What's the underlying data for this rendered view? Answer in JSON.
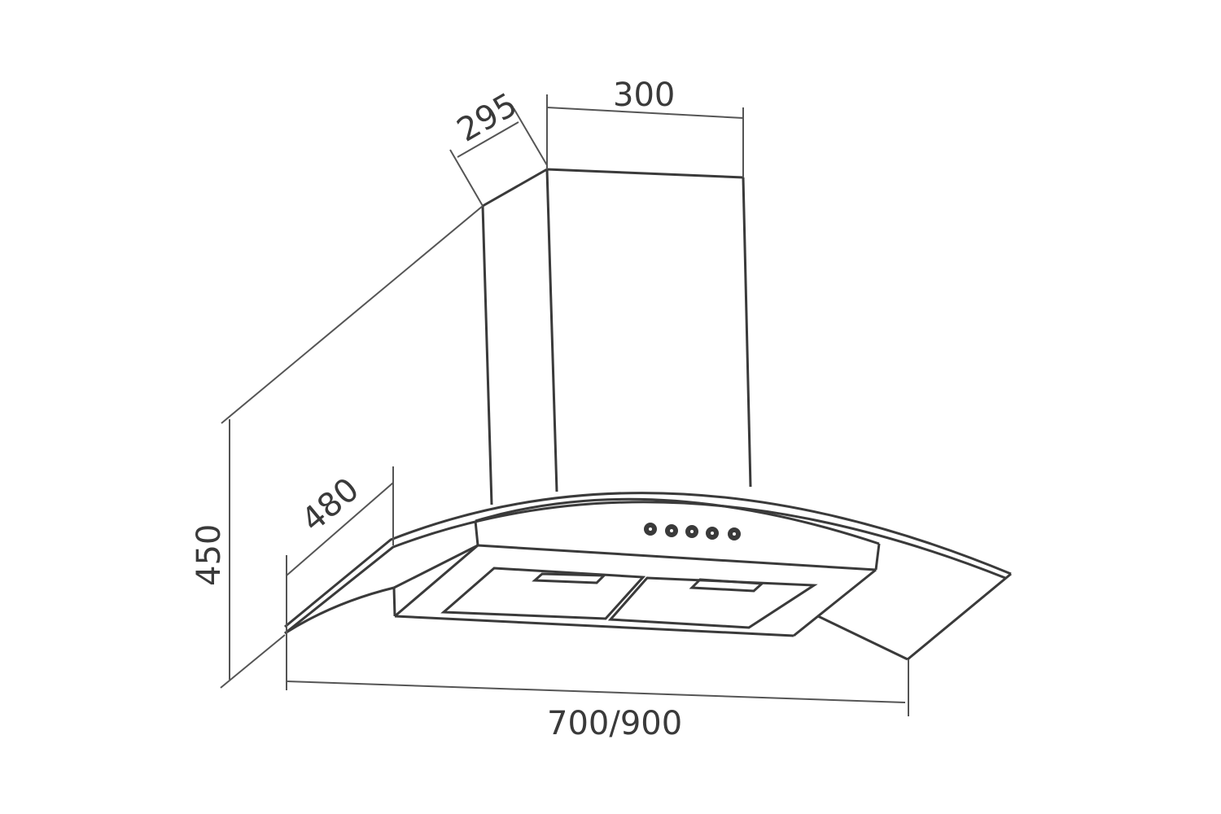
{
  "diagram": {
    "subject": "Curved glass chimney range hood — dimension drawing",
    "dimensions": {
      "chimney_depth": "295",
      "chimney_width": "300",
      "total_height": "450",
      "hood_depth": "480",
      "hood_width": "700/900"
    },
    "control_buttons": {
      "count": 5
    },
    "colors": {
      "line": "#3a3a3a",
      "dimension_line": "#555555",
      "background": "#ffffff"
    }
  }
}
